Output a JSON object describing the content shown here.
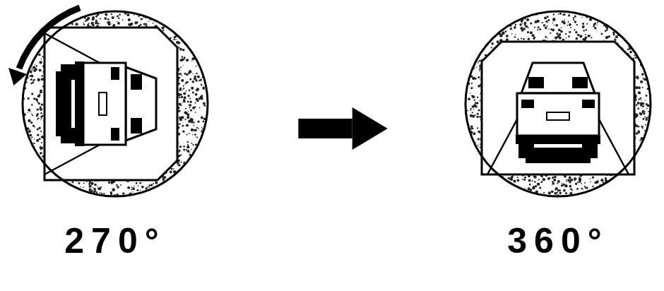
{
  "diagram": {
    "nodes": [
      {
        "text": [
          "270°"
        ]
      },
      {
        "text": [
          "360°"
        ]
      }
    ],
    "edges": [
      {
        "from": 0,
        "to": 1,
        "arrow": "to"
      }
    ]
  }
}
